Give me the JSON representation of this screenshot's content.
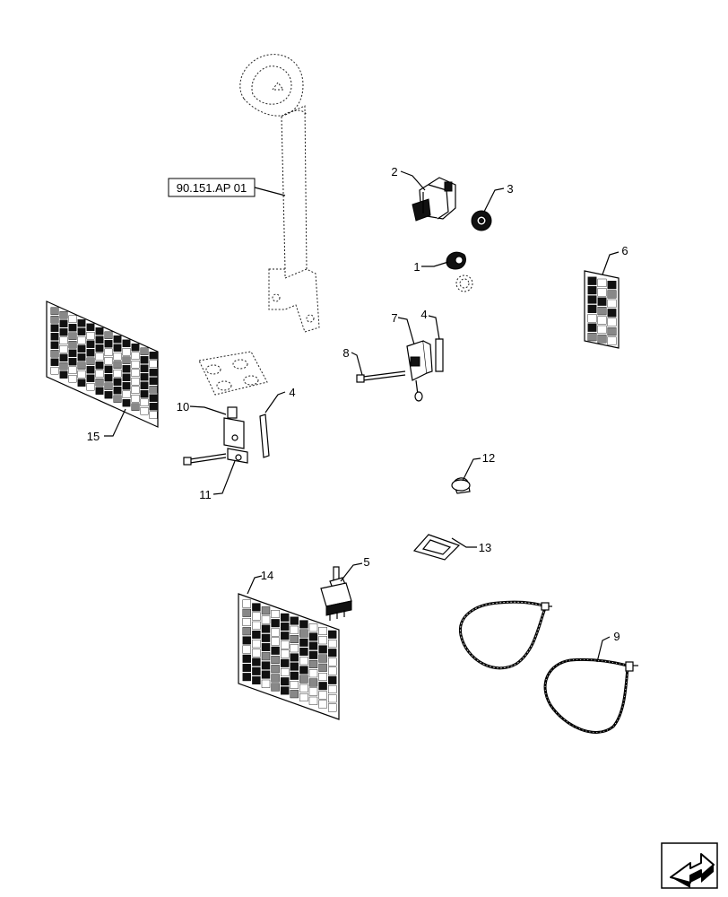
{
  "reference_label": "90.151.AP 01",
  "callouts": [
    "1",
    "2",
    "3",
    "4",
    "4",
    "5",
    "6",
    "7",
    "8",
    "9",
    "10",
    "11",
    "12",
    "13",
    "14",
    "15"
  ]
}
